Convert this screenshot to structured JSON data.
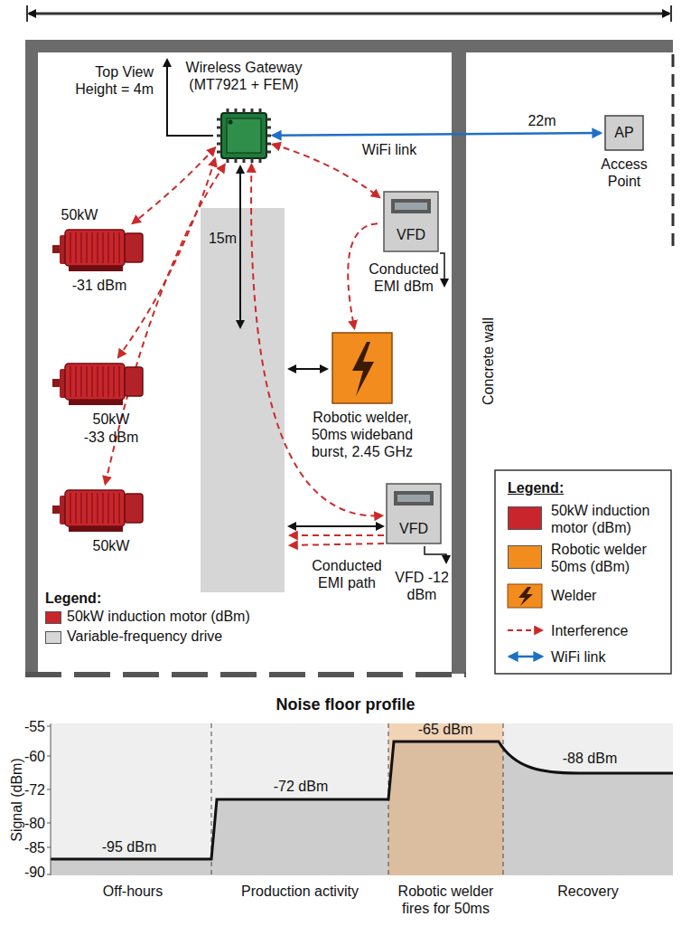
{
  "diagram": {
    "nodes": [
      {
        "text": [
          "Wireless Gateway (MT7921 + FEM)"
        ]
      },
      {
        "text": [
          "AP",
          "Access Point"
        ]
      },
      {
        "text": [
          "50kW",
          "-31 dBm"
        ]
      },
      {
        "text": [
          "VFD",
          "Conducted EMI dBm"
        ]
      },
      {
        "text": [
          "Robotic welder, 50ms wideband burst, 2.45 GHz"
        ]
      },
      {
        "text": [
          "50kW",
          "-33 dBm"
        ]
      },
      {
        "text": [
          "VFD",
          "VFD -12 dBm"
        ]
      },
      {
        "text": [
          "50kW"
        ]
      }
    ],
    "edges": [
      {
        "from": 0,
        "to": 1,
        "arrow": "both",
        "label": "WiFi link"
      },
      {
        "from": 0,
        "to": 2,
        "arrow": "both"
      },
      {
        "from": 0,
        "to": 3,
        "arrow": "both"
      },
      {
        "from": 3,
        "to": 4,
        "arrow": "to"
      },
      {
        "from": 0,
        "to": 5,
        "arrow": "both"
      },
      {
        "from": 0,
        "to": 6,
        "arrow": "both"
      },
      {
        "from": 0,
        "to": 7,
        "arrow": "both"
      }
    ],
    "labels": [
      "Top View Height = 4m",
      "15m",
      "22m",
      "Concrete wall",
      "Conducted EMI path",
      "Legend:",
      "Legend:",
      "Noise floor profile",
      "Signal (dBm)",
      "-55",
      "-60",
      "-72",
      "-80",
      "-85",
      "-90",
      "-95 dBm",
      "-72 dBm",
      "-65 dBm",
      "-88 dBm",
      "Off-hours",
      "Production activity",
      "Robotic welder fires for 50ms",
      "Recovery"
    ],
    "legend": [
      {
        "text": "50kW induction motor (dBm)",
        "color": "#c8262c"
      },
      {
        "text": "Variable-frequency drive",
        "color": "#d6d6d6"
      },
      {
        "text": "50kW induction motor (dBm)",
        "color": "#c8262c"
      },
      {
        "text": "Robotic welder 50ms (dBm)",
        "color": "#f28c1e"
      },
      {
        "text": "Welder"
      },
      {
        "text": "Interference"
      },
      {
        "text": "WiFi link"
      }
    ]
  }
}
